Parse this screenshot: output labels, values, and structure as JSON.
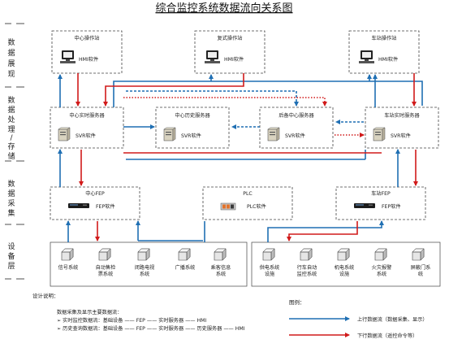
{
  "title": "综合监控系统数据流向关系图",
  "layers": {
    "presentation": [
      "数",
      "据",
      "展",
      "现"
    ],
    "processing": [
      "数",
      "据",
      "处",
      "理",
      "/",
      "存",
      "储"
    ],
    "acquisition": [
      "数",
      "据",
      "采",
      "集"
    ],
    "devices": [
      "设",
      "备",
      "层"
    ]
  },
  "workstations": {
    "center": {
      "name": "中心操作站",
      "software": "HMI软件"
    },
    "replica": {
      "name": "复式操作站",
      "software": "HMI软件"
    },
    "station": {
      "name": "车站操作站",
      "software": "HMI软件"
    }
  },
  "servers": {
    "center_rt": {
      "name": "中心实时服务器",
      "software": "SVR软件"
    },
    "center_hist": {
      "name": "中心历史服务器",
      "software": "SVR软件"
    },
    "backup_center": {
      "name": "后备中心服务器",
      "software": "SVR软件"
    },
    "station_rt": {
      "name": "车站实时服务器",
      "software": "SVR软件"
    }
  },
  "acquisition": {
    "center_fep": {
      "name": "中心FEP",
      "software": "FEP软件"
    },
    "plc": {
      "name": "PLC",
      "software": "PLC软件"
    },
    "station_fep": {
      "name": "车站FEP",
      "software": "FEP软件"
    }
  },
  "devices_left": [
    {
      "l1": "信号系统",
      "l2": ""
    },
    {
      "l1": "自动售检",
      "l2": "票系统"
    },
    {
      "l1": "闭路电视",
      "l2": "系统"
    },
    {
      "l1": "广播系统",
      "l2": ""
    },
    {
      "l1": "乘客信息",
      "l2": "系统"
    }
  ],
  "devices_right": [
    {
      "l1": "供电系统",
      "l2": "设施"
    },
    {
      "l1": "行车自动",
      "l2": "监控系统"
    },
    {
      "l1": "机电系统",
      "l2": "设施"
    },
    {
      "l1": "火灾报警",
      "l2": "系统"
    },
    {
      "l1": "屏蔽门系",
      "l2": "统"
    }
  ],
  "notes": {
    "heading": "设计说明：",
    "intro": "数据采集及显示主要数据流：",
    "line1": "➢  实时监控数据流：基础设备 —— FEP —— 实时服务器 —— HMI",
    "line2": "➢  历史查询数据流：基础设备 —— FEP —— 实时服务器 —— 历史服务器 —— HMI"
  },
  "legend": {
    "heading": "图例：",
    "up": "上行数据流（数据采集、显示）",
    "down": "下行数据流（遥控命令等）"
  },
  "colors": {
    "up": "#1f6fb3",
    "down": "#d11a1a"
  }
}
